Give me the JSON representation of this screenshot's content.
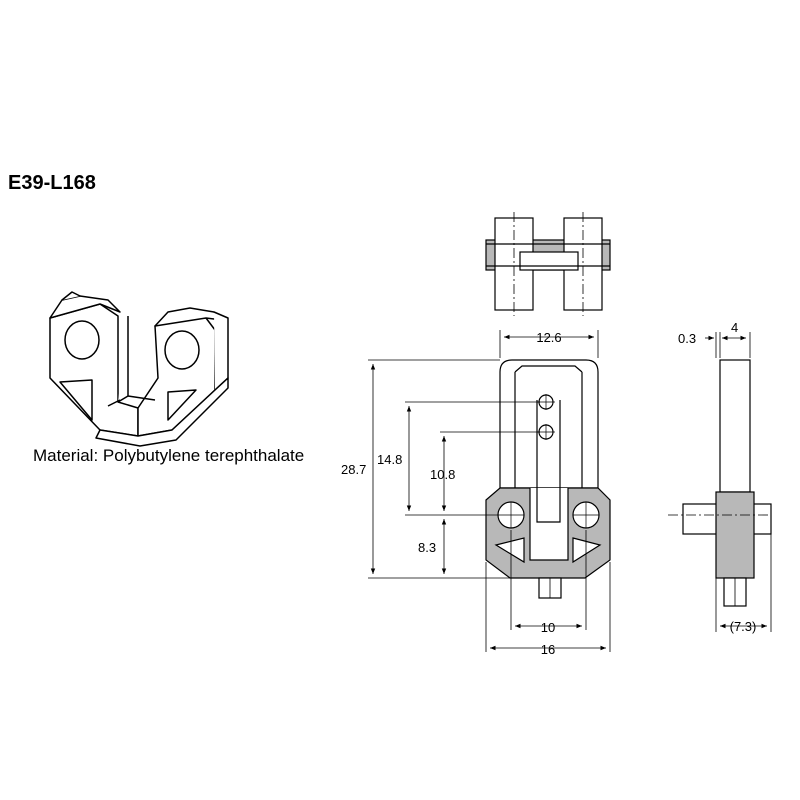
{
  "title": "E39-L168",
  "material": "Material: Polybutylene terephthalate",
  "dimensions": {
    "width_top": "12.6",
    "height_total": "28.7",
    "dist_14_8": "14.8",
    "dist_10_8": "10.8",
    "dist_8_3": "8.3",
    "hole_pitch": "10",
    "width_total": "16",
    "thickness_small": "0.3",
    "thickness": "4",
    "side_depth": "(7.3)"
  },
  "colors": {
    "line": "#000000",
    "shade": "#b8b8b8",
    "body": "#ffffff"
  }
}
